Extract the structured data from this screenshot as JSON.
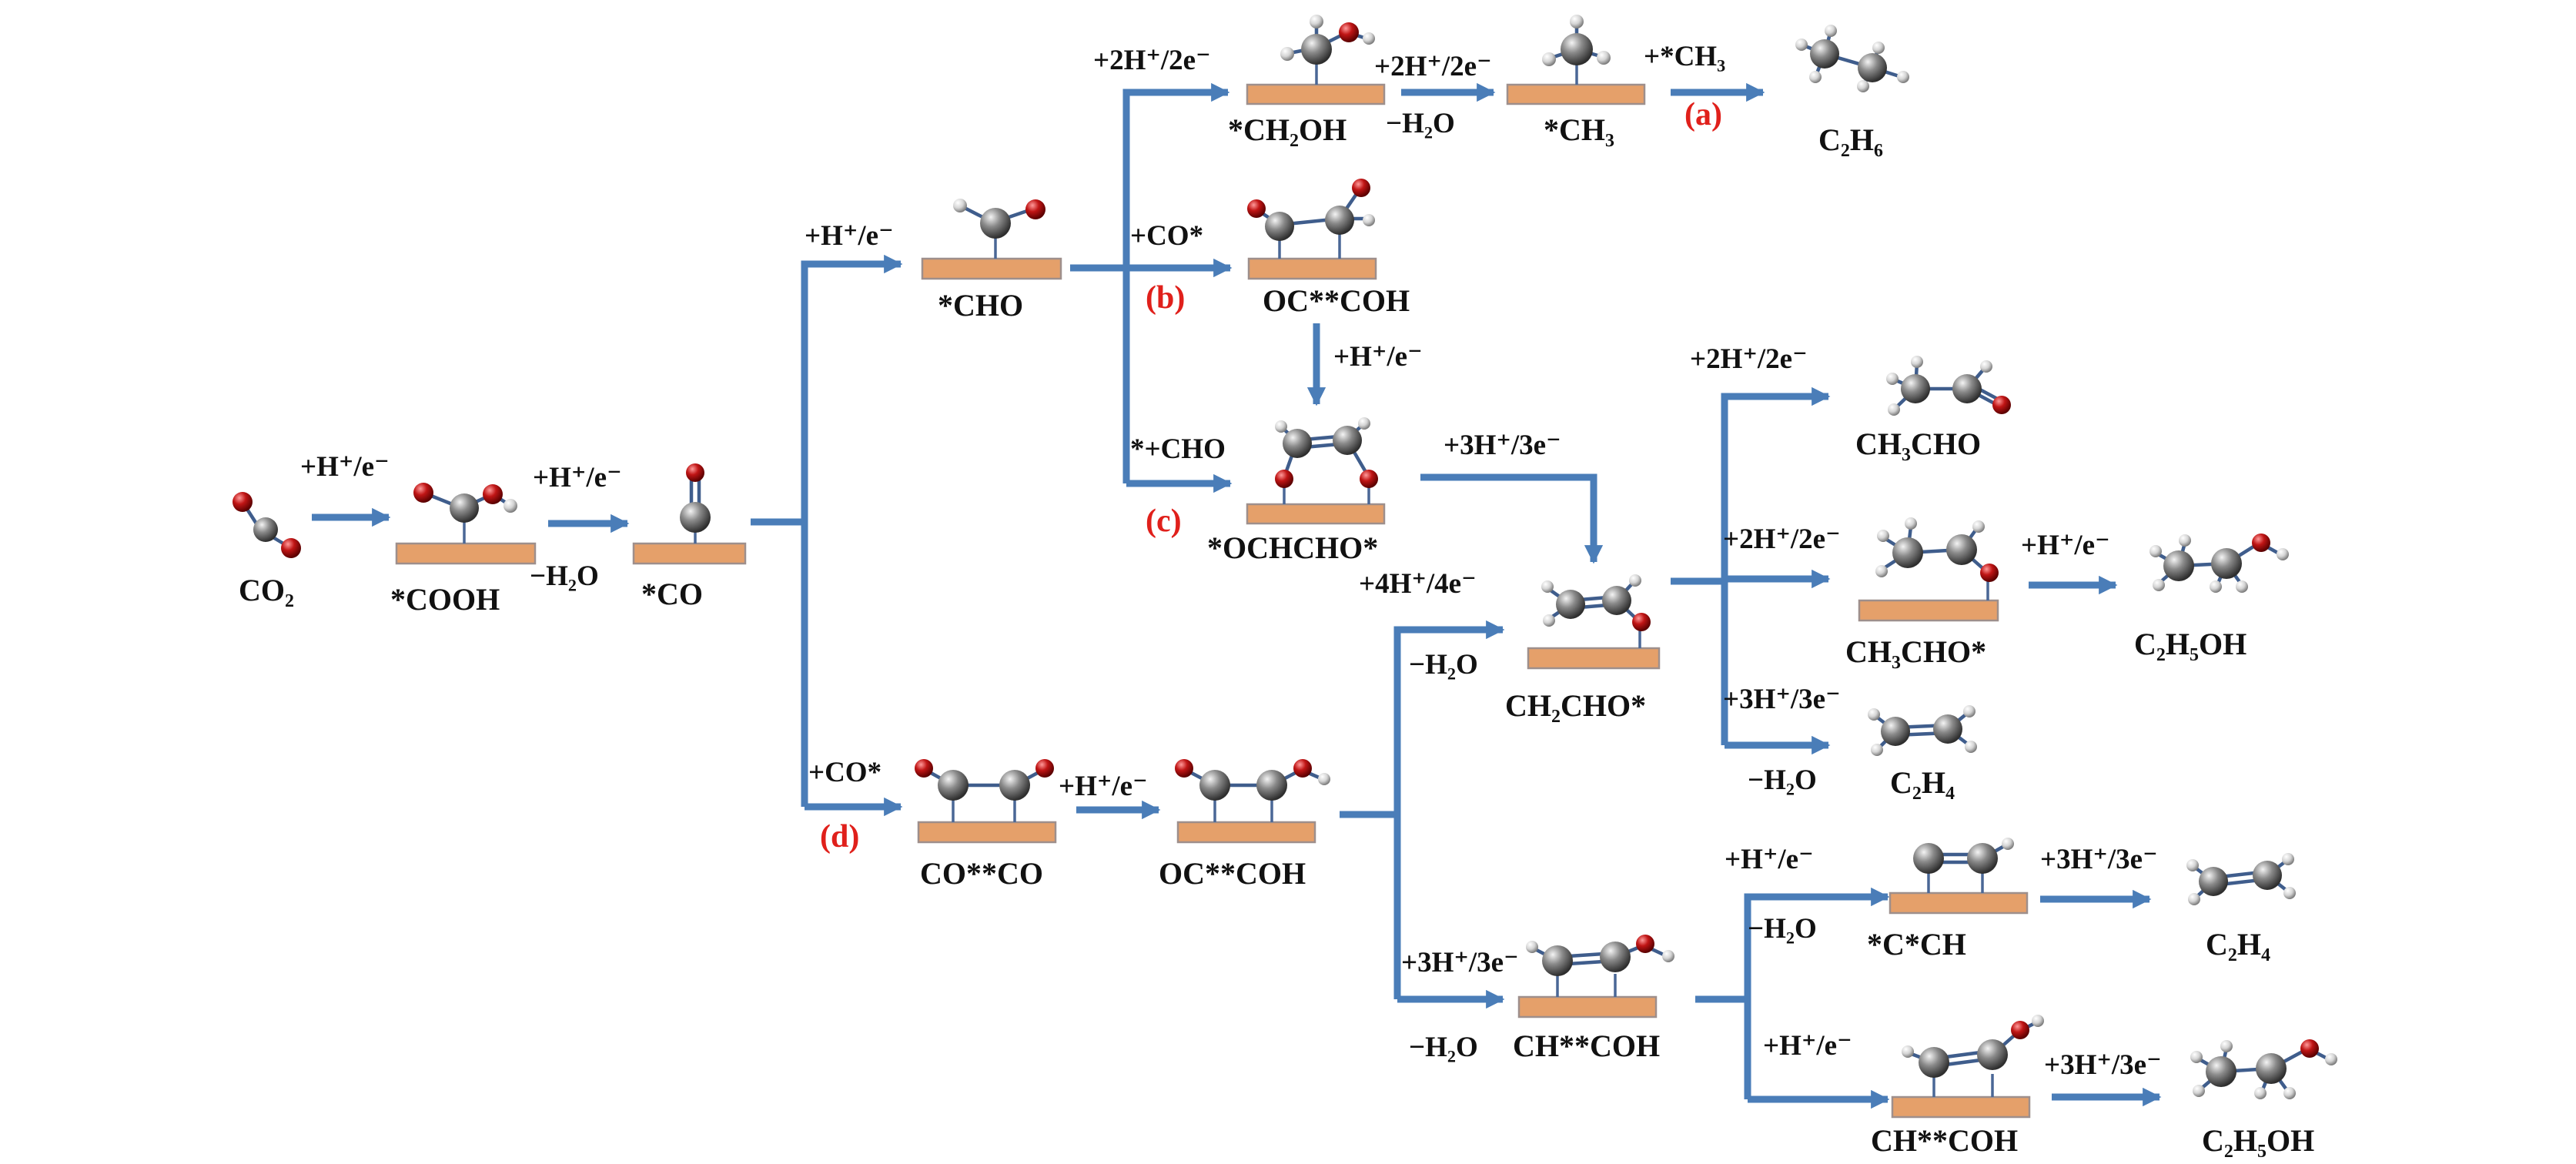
{
  "species": {
    "co2": "CO₂",
    "cooh": "*COOH",
    "co": "*CO",
    "cho": "*CHO",
    "ch2oh": "*CH₂OH",
    "ch3": "*CH₃",
    "c2h6_a": "C₂H₆",
    "oc_coh_b": "OC**COH",
    "ochcho": "*OCHCHO*",
    "ch3cho": "CH₃CHO",
    "ch3cho_ads": "CH₃CHO*",
    "c2h5oh_1": "C₂H₅OH",
    "ch2cho": "CH₂CHO*",
    "c2h4_1": "C₂H₄",
    "coco": "CO**CO",
    "oc_coh_d": "OC**COH",
    "c_ch": "*C*CH",
    "c2h4_2": "C₂H₄",
    "ch_coh_1": "CH**COH",
    "ch_coh_2": "CH**COH",
    "c2h5oh_2": "C₂H₅OH"
  },
  "conditions": {
    "h_e_1": "+H⁺/e⁻",
    "h_e_2": "+H⁺/e⁻",
    "minus_h2o_1": "−H₂O",
    "h_e_3": "+H⁺/e⁻",
    "two_h_1": "+2H⁺/2e⁻",
    "two_h_2": "+2H⁺/2e⁻",
    "minus_h2o_2": "−H₂O",
    "plus_ch3": "+*CH₃",
    "plus_co_b": "+CO*",
    "h_e_4": "+H⁺/e⁻",
    "plus_cho": "*+CHO",
    "three_h_1": "+3H⁺/3e⁻",
    "two_h_3": "+2H⁺/2e⁻",
    "two_h_4": "+2H⁺/2e⁻",
    "h_e_5": "+H⁺/e⁻",
    "four_h": "+4H⁺/4e⁻",
    "minus_h2o_3": "−H₂O",
    "three_h_2": "+3H⁺/3e⁻",
    "minus_h2o_4": "−H₂O",
    "plus_co_d": "+CO*",
    "h_e_6": "+H⁺/e⁻",
    "h_e_7": "+H⁺/e⁻",
    "minus_h2o_5": "−H₂O",
    "three_h_3": "+3H⁺/3e⁻",
    "three_h_4": "+3H⁺/3e⁻",
    "minus_h2o_6": "−H₂O",
    "h_e_8": "+H⁺/e⁻",
    "three_h_5": "+3H⁺/3e⁻"
  },
  "pathways": {
    "a": "(a)",
    "b": "(b)",
    "c": "(c)",
    "d": "(d)"
  },
  "colors": {
    "arrow": "#4a7db8",
    "surface": "#e5a06a",
    "pathway_tag": "#e0201b",
    "carbon": "#6e6e6e",
    "oxygen": "#b01010",
    "hydrogen": "#d8d8d8"
  }
}
